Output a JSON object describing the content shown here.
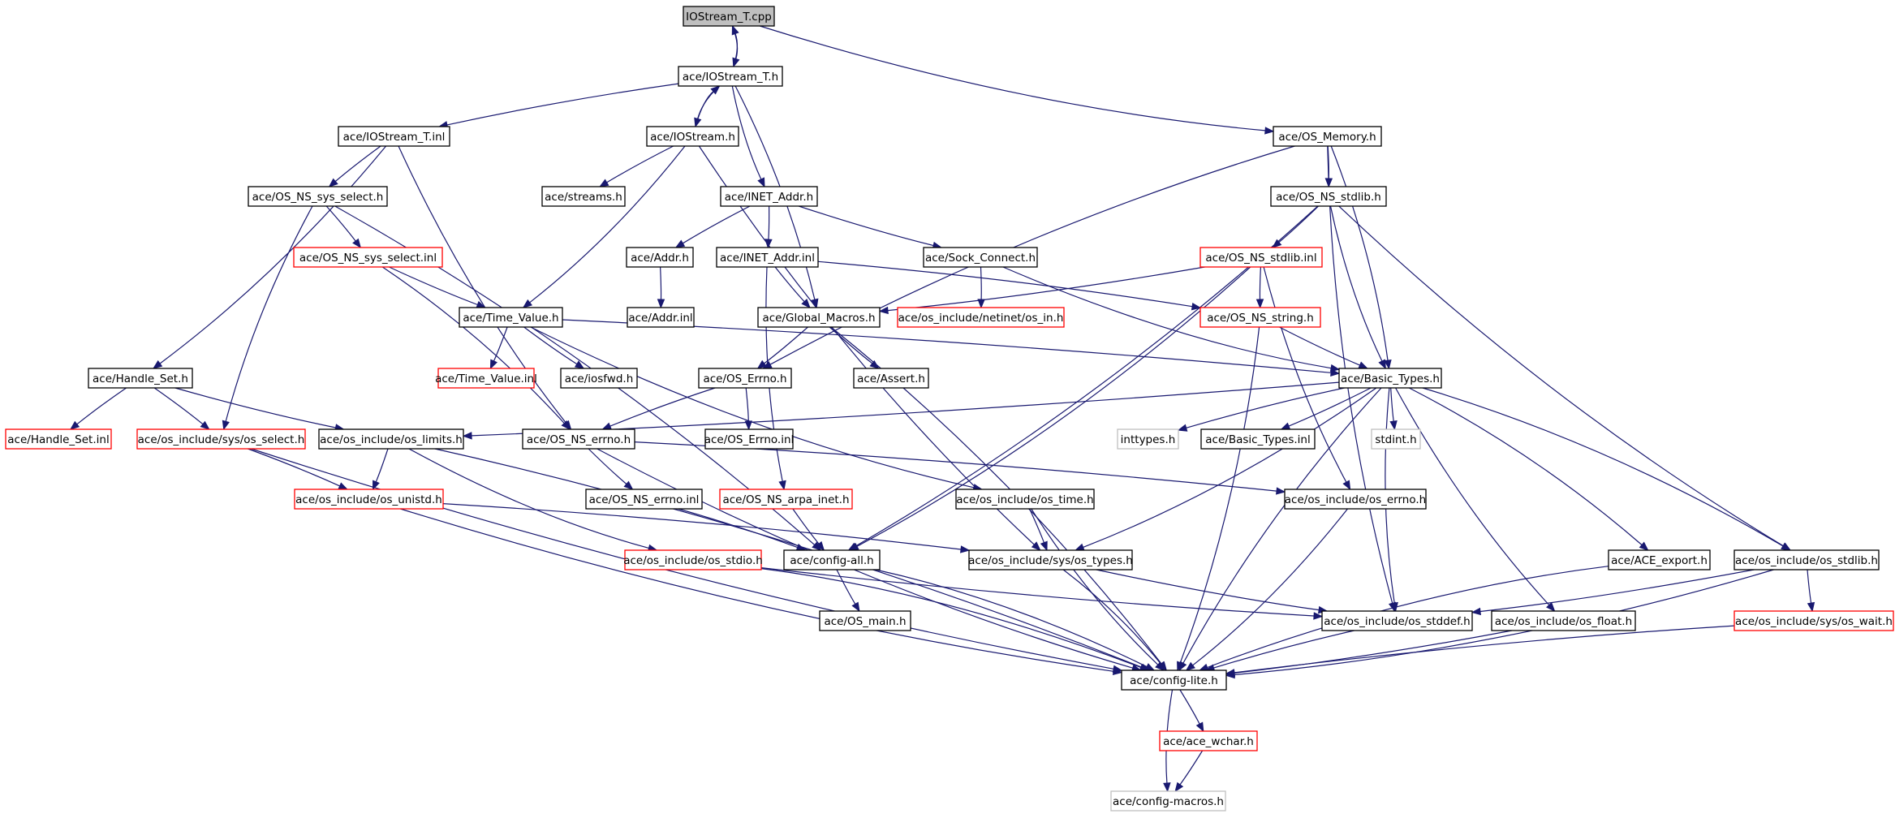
{
  "colors": {
    "edge": "#191970",
    "normal_border": "#000000",
    "missing_border": "#ff0000",
    "external_border": "#bfbfbf",
    "root_fill": "#bfbfbf",
    "node_fill": "#ffffff"
  },
  "nodes": [
    {
      "id": "iostream_t_cpp",
      "label": "IOStream_T.cpp",
      "kind": "root"
    },
    {
      "id": "iostream_t_h",
      "label": "ace/IOStream_T.h",
      "kind": "normal"
    },
    {
      "id": "iostream_t_inl",
      "label": "ace/IOStream_T.inl",
      "kind": "normal"
    },
    {
      "id": "iostream_h",
      "label": "ace/IOStream.h",
      "kind": "normal"
    },
    {
      "id": "os_memory_h",
      "label": "ace/OS_Memory.h",
      "kind": "normal"
    },
    {
      "id": "os_ns_sys_select_h",
      "label": "ace/OS_NS_sys_select.h",
      "kind": "normal"
    },
    {
      "id": "streams_h",
      "label": "ace/streams.h",
      "kind": "normal"
    },
    {
      "id": "inet_addr_h",
      "label": "ace/INET_Addr.h",
      "kind": "normal"
    },
    {
      "id": "os_ns_stdlib_h",
      "label": "ace/OS_NS_stdlib.h",
      "kind": "normal"
    },
    {
      "id": "os_ns_sys_select_inl",
      "label": "ace/OS_NS_sys_select.inl",
      "kind": "missing"
    },
    {
      "id": "addr_h",
      "label": "ace/Addr.h",
      "kind": "normal"
    },
    {
      "id": "inet_addr_inl",
      "label": "ace/INET_Addr.inl",
      "kind": "normal"
    },
    {
      "id": "sock_connect_h",
      "label": "ace/Sock_Connect.h",
      "kind": "normal"
    },
    {
      "id": "os_ns_stdlib_inl",
      "label": "ace/OS_NS_stdlib.inl",
      "kind": "missing"
    },
    {
      "id": "addr_inl",
      "label": "ace/Addr.inl",
      "kind": "normal"
    },
    {
      "id": "time_value_h",
      "label": "ace/Time_Value.h",
      "kind": "normal"
    },
    {
      "id": "global_macros_h",
      "label": "ace/Global_Macros.h",
      "kind": "normal"
    },
    {
      "id": "netinet_os_in_h",
      "label": "ace/os_include/netinet/os_in.h",
      "kind": "missing"
    },
    {
      "id": "os_ns_string_h",
      "label": "ace/OS_NS_string.h",
      "kind": "missing"
    },
    {
      "id": "handle_set_h",
      "label": "ace/Handle_Set.h",
      "kind": "normal"
    },
    {
      "id": "time_value_inl",
      "label": "ace/Time_Value.inl",
      "kind": "missing"
    },
    {
      "id": "iosfwd_h",
      "label": "ace/iosfwd.h",
      "kind": "normal"
    },
    {
      "id": "os_errno_h",
      "label": "ace/OS_Errno.h",
      "kind": "normal"
    },
    {
      "id": "assert_h",
      "label": "ace/Assert.h",
      "kind": "normal"
    },
    {
      "id": "basic_types_h",
      "label": "ace/Basic_Types.h",
      "kind": "normal"
    },
    {
      "id": "handle_set_inl",
      "label": "ace/Handle_Set.inl",
      "kind": "missing"
    },
    {
      "id": "sys_os_select_h",
      "label": "ace/os_include/sys/os_select.h",
      "kind": "missing"
    },
    {
      "id": "os_limits_h",
      "label": "ace/os_include/os_limits.h",
      "kind": "normal"
    },
    {
      "id": "os_ns_errno_h",
      "label": "ace/OS_NS_errno.h",
      "kind": "normal"
    },
    {
      "id": "os_errno_inl",
      "label": "ace/OS_Errno.inl",
      "kind": "normal"
    },
    {
      "id": "inttypes_h",
      "label": "inttypes.h",
      "kind": "external"
    },
    {
      "id": "basic_types_inl",
      "label": "ace/Basic_Types.inl",
      "kind": "normal"
    },
    {
      "id": "stdint_h",
      "label": "stdint.h",
      "kind": "external"
    },
    {
      "id": "os_unistd_h",
      "label": "ace/os_include/os_unistd.h",
      "kind": "missing"
    },
    {
      "id": "os_ns_errno_inl",
      "label": "ace/OS_NS_errno.inl",
      "kind": "normal"
    },
    {
      "id": "os_ns_arpa_inet_h",
      "label": "ace/OS_NS_arpa_inet.h",
      "kind": "missing"
    },
    {
      "id": "os_time_h",
      "label": "ace/os_include/os_time.h",
      "kind": "normal"
    },
    {
      "id": "os_errno_hdr_h",
      "label": "ace/os_include/os_errno.h",
      "kind": "normal"
    },
    {
      "id": "os_stdio_h",
      "label": "ace/os_include/os_stdio.h",
      "kind": "missing"
    },
    {
      "id": "config_all_h",
      "label": "ace/config-all.h",
      "kind": "normal"
    },
    {
      "id": "sys_os_types_h",
      "label": "ace/os_include/sys/os_types.h",
      "kind": "normal"
    },
    {
      "id": "ace_export_h",
      "label": "ace/ACE_export.h",
      "kind": "normal"
    },
    {
      "id": "os_stdlib_h",
      "label": "ace/os_include/os_stdlib.h",
      "kind": "normal"
    },
    {
      "id": "os_main_h",
      "label": "ace/OS_main.h",
      "kind": "normal"
    },
    {
      "id": "os_stddef_h",
      "label": "ace/os_include/os_stddef.h",
      "kind": "normal"
    },
    {
      "id": "os_float_h",
      "label": "ace/os_include/os_float.h",
      "kind": "normal"
    },
    {
      "id": "sys_os_wait_h",
      "label": "ace/os_include/sys/os_wait.h",
      "kind": "missing"
    },
    {
      "id": "config_lite_h",
      "label": "ace/config-lite.h",
      "kind": "normal"
    },
    {
      "id": "ace_wchar_h",
      "label": "ace/ace_wchar.h",
      "kind": "missing"
    },
    {
      "id": "config_macros_h",
      "label": "ace/config-macros.h",
      "kind": "external"
    }
  ],
  "edges": [
    [
      "iostream_t_cpp",
      "iostream_t_h"
    ],
    [
      "iostream_t_cpp",
      "os_memory_h"
    ],
    [
      "iostream_t_h",
      "iostream_t_cpp"
    ],
    [
      "iostream_t_h",
      "iostream_t_inl"
    ],
    [
      "iostream_t_h",
      "iostream_h"
    ],
    [
      "iostream_t_h",
      "inet_addr_h"
    ],
    [
      "iostream_t_h",
      "global_macros_h"
    ],
    [
      "iostream_t_inl",
      "os_ns_sys_select_h"
    ],
    [
      "iostream_t_inl",
      "handle_set_h"
    ],
    [
      "iostream_t_inl",
      "os_ns_errno_h"
    ],
    [
      "iostream_h",
      "iostream_t_h"
    ],
    [
      "iostream_h",
      "streams_h"
    ],
    [
      "iostream_h",
      "time_value_h"
    ],
    [
      "iostream_h",
      "sys_os_types_h"
    ],
    [
      "os_memory_h",
      "os_ns_stdlib_h"
    ],
    [
      "os_memory_h",
      "os_errno_h"
    ],
    [
      "os_memory_h",
      "basic_types_h"
    ],
    [
      "os_memory_h",
      "os_stddef_h"
    ],
    [
      "os_ns_sys_select_h",
      "os_ns_sys_select_inl"
    ],
    [
      "os_ns_sys_select_h",
      "sys_os_select_h"
    ],
    [
      "os_ns_sys_select_h",
      "config_all_h"
    ],
    [
      "os_ns_sys_select_inl",
      "time_value_h"
    ],
    [
      "os_ns_sys_select_inl",
      "os_ns_errno_h"
    ],
    [
      "inet_addr_h",
      "addr_h"
    ],
    [
      "inet_addr_h",
      "inet_addr_inl"
    ],
    [
      "inet_addr_h",
      "sock_connect_h"
    ],
    [
      "addr_h",
      "addr_inl"
    ],
    [
      "inet_addr_inl",
      "global_macros_h"
    ],
    [
      "inet_addr_inl",
      "os_ns_string_h"
    ],
    [
      "inet_addr_inl",
      "os_ns_arpa_inet_h"
    ],
    [
      "sock_connect_h",
      "netinet_os_in_h"
    ],
    [
      "sock_connect_h",
      "basic_types_h"
    ],
    [
      "os_ns_stdlib_h",
      "os_ns_stdlib_inl"
    ],
    [
      "os_ns_stdlib_h",
      "basic_types_h"
    ],
    [
      "os_ns_stdlib_h",
      "config_all_h"
    ],
    [
      "os_ns_stdlib_h",
      "os_stdlib_h"
    ],
    [
      "os_ns_stdlib_inl",
      "global_macros_h"
    ],
    [
      "os_ns_stdlib_inl",
      "os_ns_string_h"
    ],
    [
      "os_ns_stdlib_inl",
      "config_all_h"
    ],
    [
      "os_ns_stdlib_inl",
      "os_errno_hdr_h"
    ],
    [
      "time_value_h",
      "time_value_inl"
    ],
    [
      "time_value_h",
      "iosfwd_h"
    ],
    [
      "time_value_h",
      "basic_types_h"
    ],
    [
      "time_value_h",
      "os_time_h"
    ],
    [
      "global_macros_h",
      "os_errno_h"
    ],
    [
      "global_macros_h",
      "assert_h"
    ],
    [
      "global_macros_h",
      "config_lite_h"
    ],
    [
      "os_ns_string_h",
      "basic_types_h"
    ],
    [
      "os_ns_string_h",
      "config_lite_h"
    ],
    [
      "os_errno_h",
      "os_ns_errno_h"
    ],
    [
      "os_errno_h",
      "os_errno_inl"
    ],
    [
      "handle_set_h",
      "handle_set_inl"
    ],
    [
      "handle_set_h",
      "sys_os_select_h"
    ],
    [
      "handle_set_h",
      "os_limits_h"
    ],
    [
      "sys_os_select_h",
      "os_unistd_h"
    ],
    [
      "sys_os_select_h",
      "config_lite_h"
    ],
    [
      "basic_types_h",
      "os_limits_h"
    ],
    [
      "basic_types_h",
      "inttypes_h"
    ],
    [
      "basic_types_h",
      "basic_types_inl"
    ],
    [
      "basic_types_h",
      "stdint_h"
    ],
    [
      "basic_types_h",
      "sys_os_types_h"
    ],
    [
      "basic_types_h",
      "os_stddef_h"
    ],
    [
      "basic_types_h",
      "ace_export_h"
    ],
    [
      "basic_types_h",
      "os_float_h"
    ],
    [
      "basic_types_h",
      "os_stdlib_h"
    ],
    [
      "basic_types_h",
      "config_lite_h"
    ],
    [
      "os_limits_h",
      "os_unistd_h"
    ],
    [
      "os_limits_h",
      "os_stdio_h"
    ],
    [
      "os_limits_h",
      "config_lite_h"
    ],
    [
      "os_ns_errno_h",
      "os_ns_errno_inl"
    ],
    [
      "os_ns_errno_h",
      "os_errno_hdr_h"
    ],
    [
      "os_ns_errno_h",
      "config_lite_h"
    ],
    [
      "os_unistd_h",
      "sys_os_types_h"
    ],
    [
      "os_unistd_h",
      "config_lite_h"
    ],
    [
      "os_ns_errno_inl",
      "config_all_h"
    ],
    [
      "os_ns_arpa_inet_h",
      "config_all_h"
    ],
    [
      "os_time_h",
      "sys_os_types_h"
    ],
    [
      "os_time_h",
      "config_lite_h"
    ],
    [
      "os_errno_hdr_h",
      "config_lite_h"
    ],
    [
      "os_stdio_h",
      "os_stddef_h"
    ],
    [
      "os_stdio_h",
      "config_lite_h"
    ],
    [
      "config_all_h",
      "os_main_h"
    ],
    [
      "config_all_h",
      "config_lite_h"
    ],
    [
      "sys_os_types_h",
      "os_stddef_h"
    ],
    [
      "sys_os_types_h",
      "config_lite_h"
    ],
    [
      "ace_export_h",
      "config_lite_h"
    ],
    [
      "os_stdlib_h",
      "os_stddef_h"
    ],
    [
      "os_stdlib_h",
      "sys_os_wait_h"
    ],
    [
      "os_stdlib_h",
      "config_lite_h"
    ],
    [
      "os_stddef_h",
      "config_lite_h"
    ],
    [
      "os_float_h",
      "config_lite_h"
    ],
    [
      "sys_os_wait_h",
      "config_lite_h"
    ],
    [
      "config_lite_h",
      "ace_wchar_h"
    ],
    [
      "config_lite_h",
      "config_macros_h"
    ],
    [
      "ace_wchar_h",
      "config_macros_h"
    ]
  ]
}
